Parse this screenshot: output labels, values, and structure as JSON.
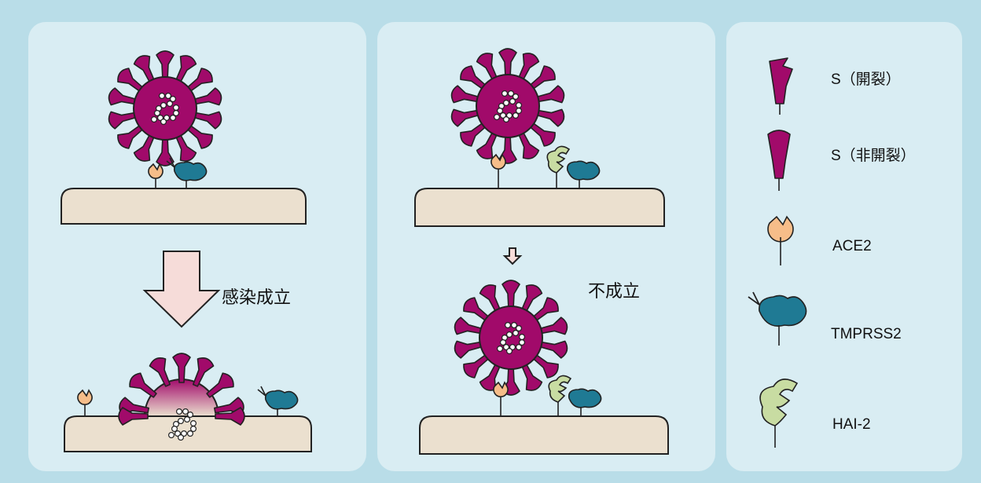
{
  "panels": {
    "left": {
      "status_label": "感染成立"
    },
    "middle": {
      "status_label": "不成立"
    }
  },
  "legend": {
    "items": [
      {
        "icon": "cleaved-spike-icon",
        "label": "S（開裂）"
      },
      {
        "icon": "uncleaved-spike-icon",
        "label": "S（非開裂）"
      },
      {
        "icon": "ace2-receptor-icon",
        "label": "ACE2"
      },
      {
        "icon": "tmprss2-protease-icon",
        "label": "TMPRSS2"
      },
      {
        "icon": "hai2-inhibitor-icon",
        "label": "HAI-2"
      }
    ]
  },
  "colors": {
    "background": "#b9dde8",
    "panel": "#d9edf3",
    "spike_protein": "#a10a6a",
    "ace2": "#f6bd89",
    "tmprss2": "#1f7a94",
    "hai2": "#c8dca2",
    "cell_membrane": "#ebe0cf",
    "arrow": "#f6dcd9"
  }
}
